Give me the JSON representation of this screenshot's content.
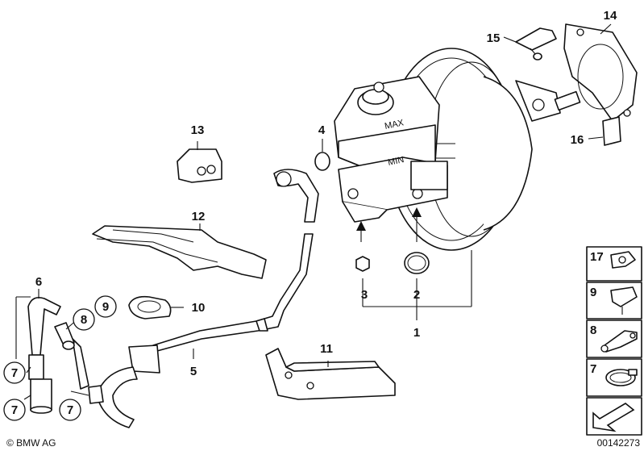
{
  "callouts": {
    "c1": "1",
    "c2": "2",
    "c3": "3",
    "c4": "4",
    "c5": "5",
    "c6": "6",
    "c7a": "7",
    "c7b": "7",
    "c7c": "7",
    "c8": "8",
    "c9": "9",
    "c10": "10",
    "c11": "11",
    "c12": "12",
    "c13": "13",
    "c14": "14",
    "c15": "15",
    "c16": "16"
  },
  "sidebar": {
    "items": [
      {
        "label": "17"
      },
      {
        "label": "9"
      },
      {
        "label": "8"
      },
      {
        "label": "7"
      }
    ]
  },
  "booster_markings": {
    "max": "MAX",
    "min": "MIN"
  },
  "footer": {
    "copyright": "© BMW AG",
    "diagram_id": "00142273"
  }
}
